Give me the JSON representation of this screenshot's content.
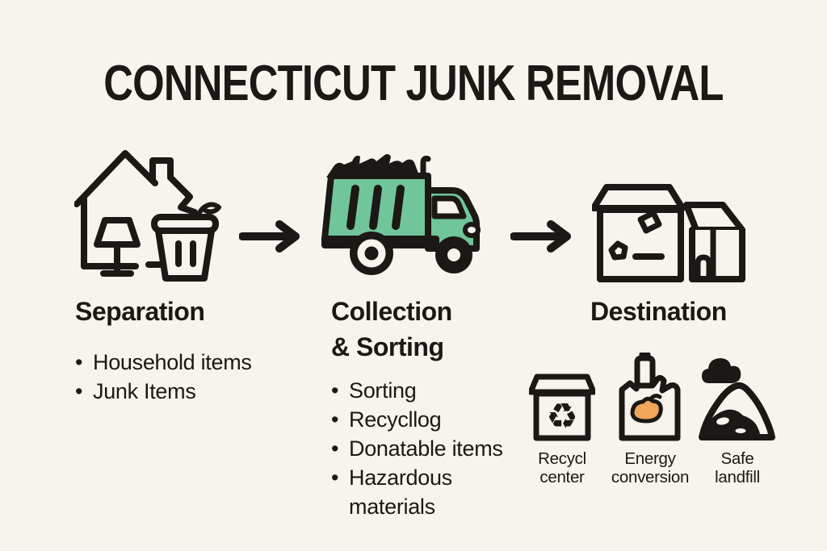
{
  "title": "CONNECTICUT JUNK REMOVAL",
  "glyphs": {
    "bullet": "•",
    "recycle_symbol": "♻"
  },
  "colors": {
    "background": "#f7f4ed",
    "ink": "#1b1815",
    "truck_green": "#70c69a",
    "energy_orange": "#f0a75a"
  },
  "steps": {
    "separation": {
      "heading": "Separation",
      "icon": "house-with-lamp-and-trash-can",
      "bullets": [
        "Household items",
        "Junk Items"
      ]
    },
    "collection": {
      "heading_lines": [
        "Collection",
        "& Sorting"
      ],
      "icon": "green-junk-truck",
      "bullets": [
        "Sorting",
        "Recycllog",
        "Donatable items",
        "Hazardous materials"
      ]
    },
    "destination": {
      "heading": "Destination",
      "icon": "destination-buildings",
      "facilities": [
        {
          "label": "Recycl center",
          "icon": "recycle-box"
        },
        {
          "label": "Energy conversion",
          "icon": "energy-plant"
        },
        {
          "label": "Safe landfill",
          "icon": "landfill-mound"
        }
      ]
    }
  }
}
